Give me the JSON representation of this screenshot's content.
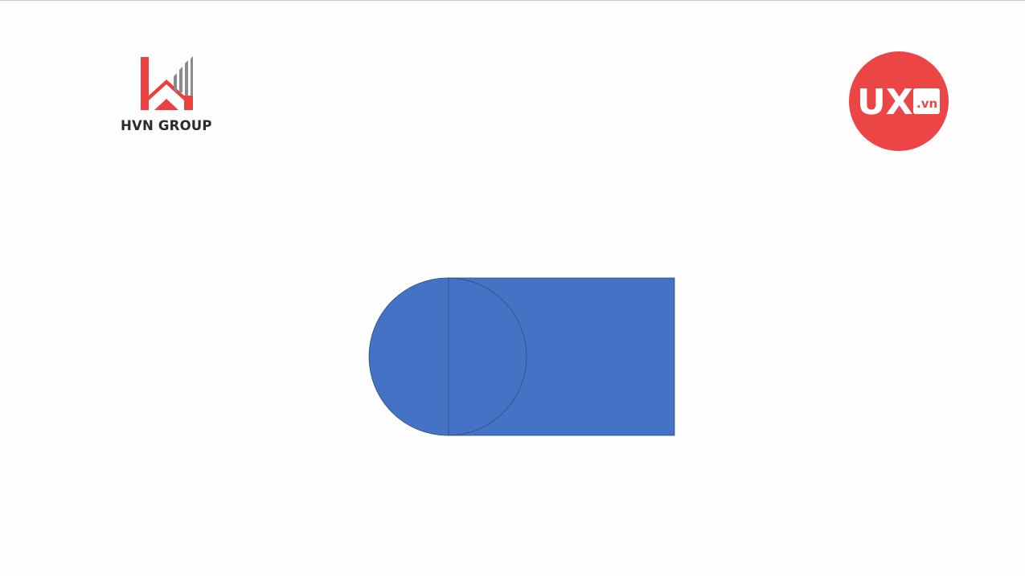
{
  "logos": {
    "left": {
      "name": "HVN GROUP",
      "icon": "hvn-group-logo-icon",
      "colors": {
        "red": "#e8413f",
        "gray": "#8a8a8a",
        "text": "#2b2b2b"
      }
    },
    "right": {
      "icon": "ux-vn-logo-icon",
      "text_ux": "UX",
      "text_vn": ".vn",
      "colors": {
        "circle": "#eb4645",
        "text": "#ffffff"
      }
    }
  },
  "diagram": {
    "shapes": [
      "circle",
      "rectangle"
    ],
    "colors": {
      "fill": "#4472c4",
      "stroke": "#2f4f80"
    }
  }
}
